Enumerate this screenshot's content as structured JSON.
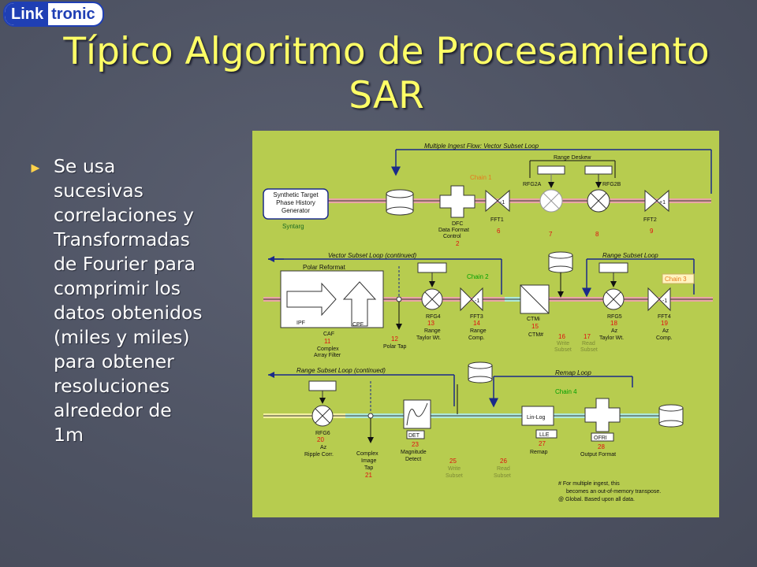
{
  "logo": {
    "left": "Link",
    "right": "tronic",
    "color_blue": "#1f3fb4"
  },
  "title": {
    "line1": "Típico Algoritmo de Procesamiento",
    "line2": "SAR",
    "color": "#ffff66"
  },
  "bullet": {
    "icon": "triangle-right-icon",
    "lines": [
      "Se usa",
      "sucesivas",
      "correlaciones y",
      "Transformadas",
      "de Fourier para",
      "comprimir los",
      "datos obtenidos",
      "(miles y miles)",
      "para obtener",
      "resoluciones",
      "alrededor de",
      "1m"
    ]
  },
  "diagram": {
    "background": "#b7cc4f",
    "loops": {
      "multiple_ingest": "Multiple Ingest Flow: Vector Subset Loop",
      "range_deskew": "Range Deskew",
      "vector_cont": "Vector Subset Loop (continued)",
      "range_subset": "Range Subset Loop",
      "polar_reformat": "Polar Reformat",
      "range_cont": "Range Subset Loop (continued)",
      "remap": "Remap Loop"
    },
    "chains": {
      "c1": "Chain 1",
      "c2": "Chain 2",
      "c3": "Chain 3",
      "c4": "Chain 4"
    },
    "generator": {
      "l1": "Synthetic Target",
      "l2": "Phase History",
      "l3": "Generator",
      "sub": "Syntarg"
    },
    "row1": {
      "dfc": {
        "l1": "DFC",
        "l2": "Data Format",
        "l3": "Control",
        "num": "2"
      },
      "rfg2a": "RFG2A",
      "rfg2b": "RFG2B",
      "fft1": {
        "label": "FFT1",
        "num": "6"
      },
      "n7": "7",
      "n8": "8",
      "fft2": {
        "label": "FFT2",
        "num": "9"
      },
      "m1": "-1",
      "p1": "+1"
    },
    "row2": {
      "ipf": "IPF",
      "cpf": "CPF",
      "caf": {
        "l1": "CAF",
        "num": "11",
        "l2": "Complex",
        "l3": "Array Filter"
      },
      "polar_tap": {
        "num": "12",
        "label": "Polar Tap"
      },
      "rfg4": {
        "label": "RFG4",
        "num": "13",
        "l2": "Range",
        "l3": "Taylor Wt."
      },
      "fft3": {
        "label": "FFT3",
        "num": "14",
        "l2": "Range",
        "l3": "Comp."
      },
      "ctm": {
        "label": "CTMi",
        "num": "15",
        "l2": "CTM#"
      },
      "write": {
        "num": "16",
        "l2": "Write",
        "l3": "Subset"
      },
      "read": {
        "num": "17",
        "l2": "Read",
        "l3": "Subset"
      },
      "rfg5": {
        "label": "RFG5",
        "num": "18",
        "l2": "Az",
        "l3": "Taylor Wt."
      },
      "fft4": {
        "label": "FFT4",
        "num": "19",
        "l2": "Az",
        "l3": "Comp."
      }
    },
    "row3": {
      "rfg6": {
        "label": "RFG6",
        "num": "20",
        "l2": "Az",
        "l3": "Ripple Corr."
      },
      "tap": {
        "l1": "Complex",
        "l2": "Image",
        "l3": "Tap",
        "num": "21"
      },
      "det": {
        "label": "DET",
        "num": "23",
        "l2": "Magnitude",
        "l3": "Detect"
      },
      "write": {
        "num": "25",
        "l2": "Write",
        "l3": "Subset"
      },
      "read": {
        "num": "26",
        "l2": "Read",
        "l3": "Subset"
      },
      "linlog": "Lin-Log",
      "lle": {
        "label": "LLE",
        "num": "27",
        "l2": "Remap"
      },
      "ofri": {
        "label": "OFRI",
        "num": "28",
        "l2": "Output Format"
      }
    },
    "notes": {
      "n1": "#   For multiple ingest, this",
      "n2": "becomes an out-of-memory transpose.",
      "n3": "@ Global.  Based upon all data."
    }
  }
}
